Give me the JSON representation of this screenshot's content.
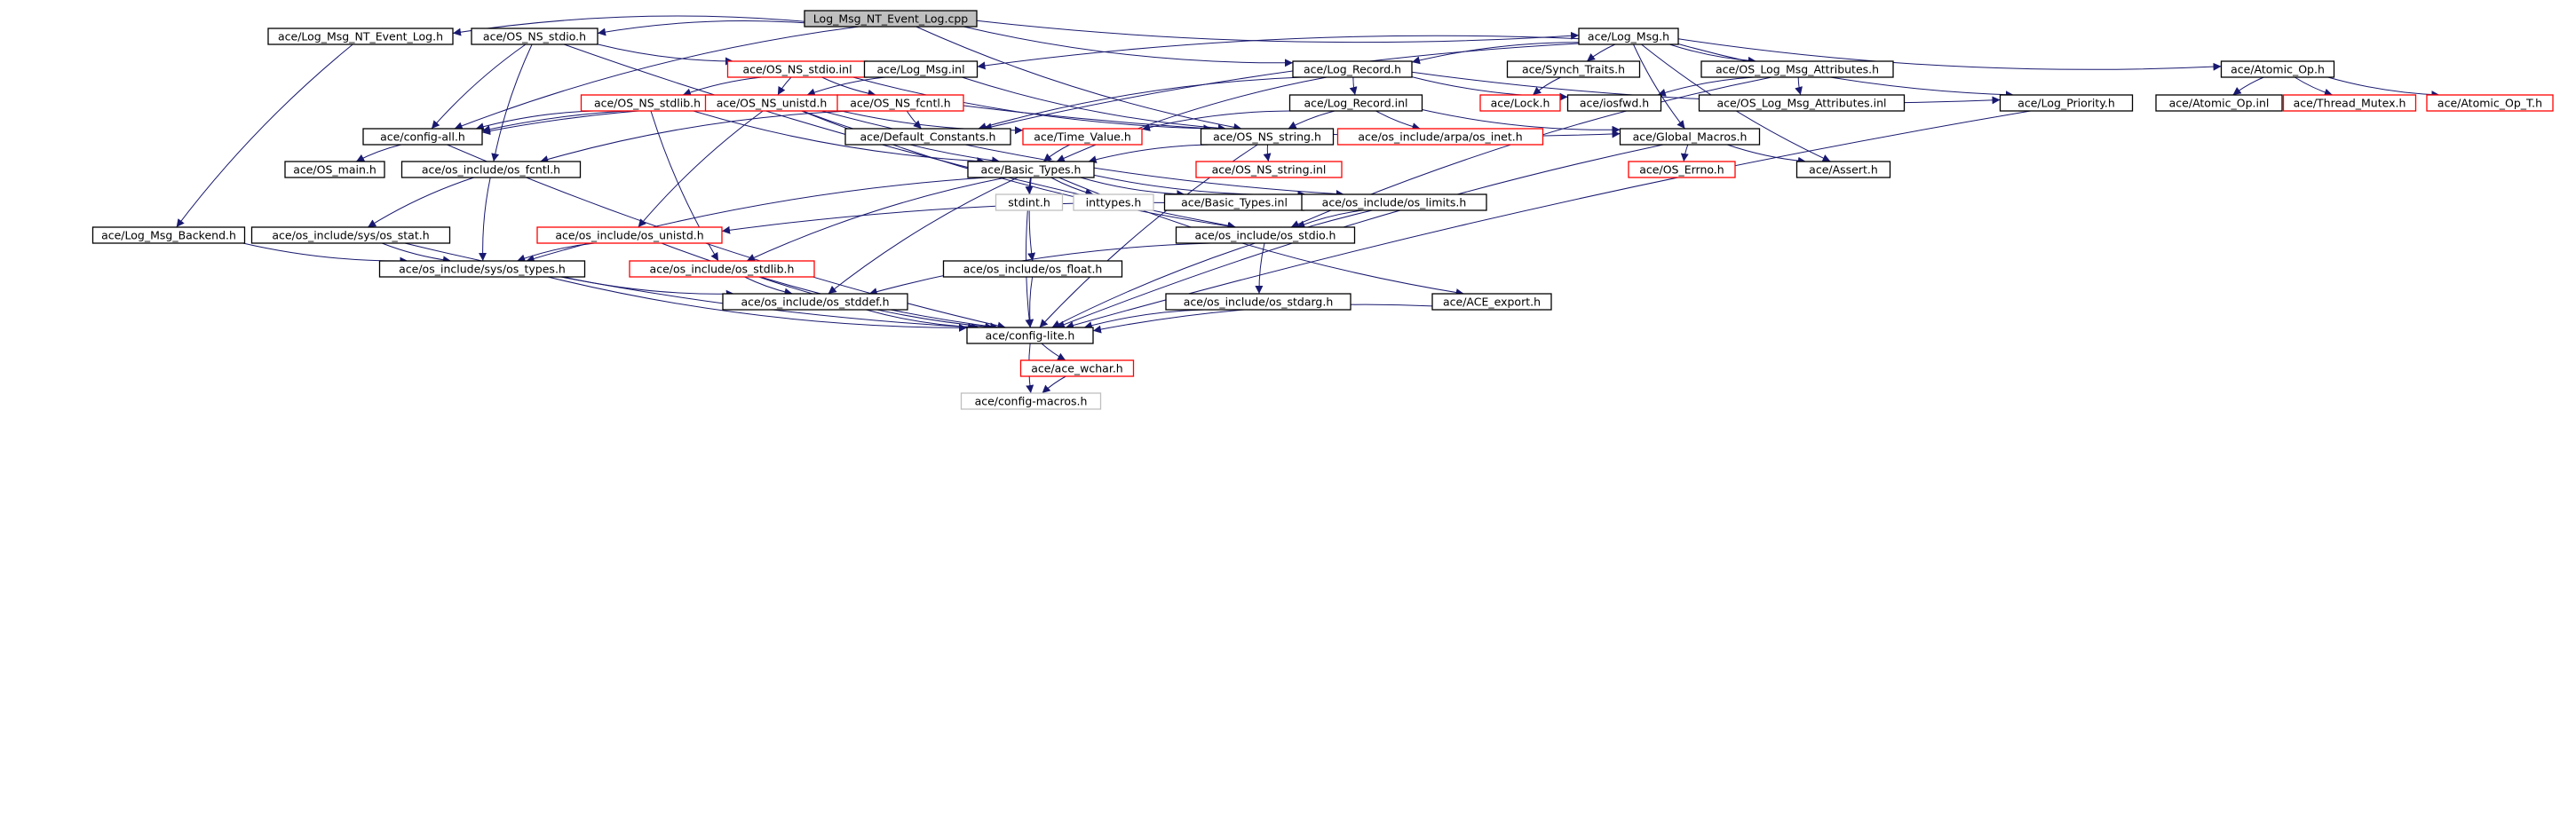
{
  "colors": {
    "edge": "#191970",
    "root_fill": "#bfbfbf",
    "border_normal": "#000000",
    "border_missing": "#ff0000",
    "border_external": "#bfbfbf"
  },
  "nodes": [
    {
      "id": "root",
      "label": "Log_Msg_NT_Event_Log.cpp",
      "kind": "root"
    },
    {
      "id": "log_msg_nt_event_log_h",
      "label": "ace/Log_Msg_NT_Event_Log.h",
      "kind": "normal"
    },
    {
      "id": "os_ns_stdio_h",
      "label": "ace/OS_NS_stdio.h",
      "kind": "normal"
    },
    {
      "id": "log_msg_h",
      "label": "ace/Log_Msg.h",
      "kind": "normal"
    },
    {
      "id": "os_ns_stdio_inl",
      "label": "ace/OS_NS_stdio.inl",
      "kind": "missing"
    },
    {
      "id": "log_msg_inl",
      "label": "ace/Log_Msg.inl",
      "kind": "normal"
    },
    {
      "id": "log_record_h",
      "label": "ace/Log_Record.h",
      "kind": "normal"
    },
    {
      "id": "synch_traits_h",
      "label": "ace/Synch_Traits.h",
      "kind": "normal"
    },
    {
      "id": "os_log_msg_attributes_h",
      "label": "ace/OS_Log_Msg_Attributes.h",
      "kind": "normal"
    },
    {
      "id": "atomic_op_h",
      "label": "ace/Atomic_Op.h",
      "kind": "normal"
    },
    {
      "id": "os_ns_stdlib_h",
      "label": "ace/OS_NS_stdlib.h",
      "kind": "missing"
    },
    {
      "id": "os_ns_unistd_h",
      "label": "ace/OS_NS_unistd.h",
      "kind": "missing"
    },
    {
      "id": "os_ns_fcntl_h",
      "label": "ace/OS_NS_fcntl.h",
      "kind": "missing"
    },
    {
      "id": "log_record_inl",
      "label": "ace/Log_Record.inl",
      "kind": "normal"
    },
    {
      "id": "lock_h",
      "label": "ace/Lock.h",
      "kind": "missing"
    },
    {
      "id": "iosfwd_h",
      "label": "ace/iosfwd.h",
      "kind": "normal"
    },
    {
      "id": "os_log_msg_attributes_inl",
      "label": "ace/OS_Log_Msg_Attributes.inl",
      "kind": "normal"
    },
    {
      "id": "log_priority_h",
      "label": "ace/Log_Priority.h",
      "kind": "normal"
    },
    {
      "id": "atomic_op_inl",
      "label": "ace/Atomic_Op.inl",
      "kind": "normal"
    },
    {
      "id": "thread_mutex_h",
      "label": "ace/Thread_Mutex.h",
      "kind": "missing"
    },
    {
      "id": "atomic_op_t_h",
      "label": "ace/Atomic_Op_T.h",
      "kind": "missing"
    },
    {
      "id": "config_all_h",
      "label": "ace/config-all.h",
      "kind": "normal"
    },
    {
      "id": "default_constants_h",
      "label": "ace/Default_Constants.h",
      "kind": "normal"
    },
    {
      "id": "time_value_h",
      "label": "ace/Time_Value.h",
      "kind": "missing"
    },
    {
      "id": "os_ns_string_h",
      "label": "ace/OS_NS_string.h",
      "kind": "normal"
    },
    {
      "id": "arpa_os_inet_h",
      "label": "ace/os_include/arpa/os_inet.h",
      "kind": "missing"
    },
    {
      "id": "global_macros_h",
      "label": "ace/Global_Macros.h",
      "kind": "normal"
    },
    {
      "id": "os_main_h",
      "label": "ace/OS_main.h",
      "kind": "normal"
    },
    {
      "id": "os_fcntl_h",
      "label": "ace/os_include/os_fcntl.h",
      "kind": "normal"
    },
    {
      "id": "basic_types_h",
      "label": "ace/Basic_Types.h",
      "kind": "normal"
    },
    {
      "id": "os_ns_string_inl",
      "label": "ace/OS_NS_string.inl",
      "kind": "missing"
    },
    {
      "id": "os_errno_h",
      "label": "ace/OS_Errno.h",
      "kind": "missing"
    },
    {
      "id": "assert_h",
      "label": "ace/Assert.h",
      "kind": "normal"
    },
    {
      "id": "stdint_h",
      "label": "stdint.h",
      "kind": "external"
    },
    {
      "id": "inttypes_h",
      "label": "inttypes.h",
      "kind": "external"
    },
    {
      "id": "basic_types_inl",
      "label": "ace/Basic_Types.inl",
      "kind": "normal"
    },
    {
      "id": "os_limits_h",
      "label": "ace/os_include/os_limits.h",
      "kind": "normal"
    },
    {
      "id": "log_msg_backend_h",
      "label": "ace/Log_Msg_Backend.h",
      "kind": "normal"
    },
    {
      "id": "sys_os_stat_h",
      "label": "ace/os_include/sys/os_stat.h",
      "kind": "normal"
    },
    {
      "id": "os_unistd_h",
      "label": "ace/os_include/os_unistd.h",
      "kind": "missing"
    },
    {
      "id": "os_stdio_h",
      "label": "ace/os_include/os_stdio.h",
      "kind": "normal"
    },
    {
      "id": "sys_os_types_h",
      "label": "ace/os_include/sys/os_types.h",
      "kind": "normal"
    },
    {
      "id": "os_stdlib_h",
      "label": "ace/os_include/os_stdlib.h",
      "kind": "missing"
    },
    {
      "id": "os_float_h",
      "label": "ace/os_include/os_float.h",
      "kind": "normal"
    },
    {
      "id": "os_stddef_h",
      "label": "ace/os_include/os_stddef.h",
      "kind": "normal"
    },
    {
      "id": "os_stdarg_h",
      "label": "ace/os_include/os_stdarg.h",
      "kind": "normal"
    },
    {
      "id": "ace_export_h",
      "label": "ace/ACE_export.h",
      "kind": "normal"
    },
    {
      "id": "config_lite_h",
      "label": "ace/config-lite.h",
      "kind": "normal"
    },
    {
      "id": "ace_wchar_h",
      "label": "ace/ace_wchar.h",
      "kind": "missing"
    },
    {
      "id": "config_macros_h",
      "label": "ace/config-macros.h",
      "kind": "external"
    }
  ],
  "edges": [
    [
      "root",
      "log_msg_nt_event_log_h"
    ],
    [
      "root",
      "os_ns_stdio_h"
    ],
    [
      "root",
      "log_msg_h"
    ],
    [
      "root",
      "config_all_h"
    ],
    [
      "root",
      "os_ns_string_h"
    ],
    [
      "root",
      "log_record_h"
    ],
    [
      "log_msg_nt_event_log_h",
      "log_msg_backend_h"
    ],
    [
      "os_ns_stdio_h",
      "os_ns_stdio_inl"
    ],
    [
      "os_ns_stdio_h",
      "config_all_h"
    ],
    [
      "os_ns_stdio_h",
      "os_stdio_h"
    ],
    [
      "os_ns_stdio_h",
      "os_fcntl_h"
    ],
    [
      "os_ns_stdio_inl",
      "os_ns_stdlib_h"
    ],
    [
      "os_ns_stdio_inl",
      "os_ns_unistd_h"
    ],
    [
      "os_ns_stdio_inl",
      "os_ns_fcntl_h"
    ],
    [
      "os_ns_stdio_inl",
      "os_ns_string_h"
    ],
    [
      "os_ns_stdlib_h",
      "config_all_h"
    ],
    [
      "os_ns_stdlib_h",
      "basic_types_h"
    ],
    [
      "os_ns_stdlib_h",
      "os_stdlib_h"
    ],
    [
      "os_ns_unistd_h",
      "config_all_h"
    ],
    [
      "os_ns_unistd_h",
      "time_value_h"
    ],
    [
      "os_ns_unistd_h",
      "basic_types_h"
    ],
    [
      "os_ns_unistd_h",
      "os_unistd_h"
    ],
    [
      "os_ns_unistd_h",
      "os_stdio_h"
    ],
    [
      "os_ns_unistd_h",
      "os_limits_h"
    ],
    [
      "os_ns_fcntl_h",
      "config_all_h"
    ],
    [
      "os_ns_fcntl_h",
      "os_fcntl_h"
    ],
    [
      "os_ns_fcntl_h",
      "global_macros_h"
    ],
    [
      "os_ns_fcntl_h",
      "default_constants_h"
    ],
    [
      "log_msg_h",
      "log_msg_inl"
    ],
    [
      "log_msg_h",
      "default_constants_h"
    ],
    [
      "log_msg_h",
      "log_record_h"
    ],
    [
      "log_msg_h",
      "synch_traits_h"
    ],
    [
      "log_msg_h",
      "os_log_msg_attributes_h"
    ],
    [
      "log_msg_h",
      "atomic_op_h"
    ],
    [
      "log_msg_h",
      "log_priority_h"
    ],
    [
      "log_msg_h",
      "global_macros_h"
    ],
    [
      "log_msg_h",
      "assert_h"
    ],
    [
      "log_msg_inl",
      "os_ns_string_h"
    ],
    [
      "log_msg_inl",
      "os_ns_unistd_h"
    ],
    [
      "log_record_h",
      "log_record_inl"
    ],
    [
      "log_record_h",
      "log_priority_h"
    ],
    [
      "log_record_h",
      "iosfwd_h"
    ],
    [
      "log_record_h",
      "default_constants_h"
    ],
    [
      "log_record_h",
      "basic_types_h"
    ],
    [
      "log_record_inl",
      "os_ns_string_h"
    ],
    [
      "log_record_inl",
      "arpa_os_inet_h"
    ],
    [
      "log_record_inl",
      "time_value_h"
    ],
    [
      "log_record_inl",
      "global_macros_h"
    ],
    [
      "synch_traits_h",
      "lock_h"
    ],
    [
      "os_log_msg_attributes_h",
      "iosfwd_h"
    ],
    [
      "os_log_msg_attributes_h",
      "os_log_msg_attributes_inl"
    ],
    [
      "os_log_msg_attributes_h",
      "os_stdio_h"
    ],
    [
      "atomic_op_h",
      "atomic_op_inl"
    ],
    [
      "atomic_op_h",
      "thread_mutex_h"
    ],
    [
      "atomic_op_h",
      "atomic_op_t_h"
    ],
    [
      "log_priority_h",
      "config_lite_h"
    ],
    [
      "config_all_h",
      "os_main_h"
    ],
    [
      "config_all_h",
      "config_lite_h"
    ],
    [
      "time_value_h",
      "basic_types_h"
    ],
    [
      "os_ns_string_h",
      "basic_types_h"
    ],
    [
      "os_ns_string_h",
      "os_ns_string_inl"
    ],
    [
      "os_ns_string_h",
      "config_lite_h"
    ],
    [
      "global_macros_h",
      "os_errno_h"
    ],
    [
      "global_macros_h",
      "assert_h"
    ],
    [
      "global_macros_h",
      "config_lite_h"
    ],
    [
      "os_fcntl_h",
      "sys_os_stat_h"
    ],
    [
      "os_fcntl_h",
      "sys_os_types_h"
    ],
    [
      "basic_types_h",
      "stdint_h"
    ],
    [
      "basic_types_h",
      "inttypes_h"
    ],
    [
      "basic_types_h",
      "basic_types_inl"
    ],
    [
      "basic_types_h",
      "os_limits_h"
    ],
    [
      "basic_types_h",
      "sys_os_types_h"
    ],
    [
      "basic_types_h",
      "os_stdlib_h"
    ],
    [
      "basic_types_h",
      "os_float_h"
    ],
    [
      "basic_types_h",
      "os_stddef_h"
    ],
    [
      "basic_types_h",
      "ace_export_h"
    ],
    [
      "basic_types_h",
      "config_lite_h"
    ],
    [
      "os_limits_h",
      "os_unistd_h"
    ],
    [
      "os_limits_h",
      "os_stdio_h"
    ],
    [
      "os_limits_h",
      "config_lite_h"
    ],
    [
      "log_msg_backend_h",
      "sys_os_types_h"
    ],
    [
      "sys_os_stat_h",
      "sys_os_types_h"
    ],
    [
      "sys_os_stat_h",
      "config_lite_h"
    ],
    [
      "os_unistd_h",
      "sys_os_types_h"
    ],
    [
      "os_unistd_h",
      "config_lite_h"
    ],
    [
      "os_stdio_h",
      "os_stddef_h"
    ],
    [
      "os_stdio_h",
      "os_stdarg_h"
    ],
    [
      "sys_os_types_h",
      "os_stddef_h"
    ],
    [
      "sys_os_types_h",
      "config_lite_h"
    ],
    [
      "os_stdlib_h",
      "os_stddef_h"
    ],
    [
      "os_stdlib_h",
      "config_lite_h"
    ],
    [
      "os_float_h",
      "config_lite_h"
    ],
    [
      "os_stddef_h",
      "config_lite_h"
    ],
    [
      "os_stdarg_h",
      "config_lite_h"
    ],
    [
      "ace_export_h",
      "config_lite_h"
    ],
    [
      "config_lite_h",
      "ace_wchar_h"
    ],
    [
      "config_lite_h",
      "config_macros_h"
    ],
    [
      "ace_wchar_h",
      "config_macros_h"
    ]
  ]
}
